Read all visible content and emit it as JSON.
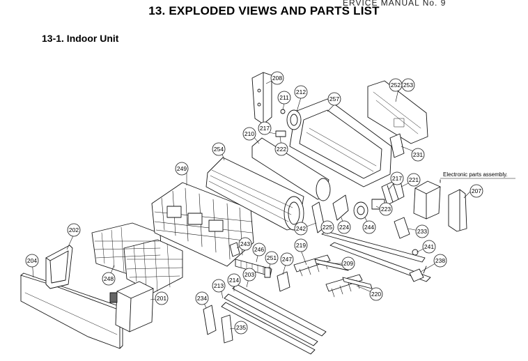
{
  "header_fragment": "ERVICE MANUAL No. 9",
  "title": "13.  EXPLODED VIEWS AND PARTS LIST",
  "subtitle": "13-1.  Indoor Unit",
  "note_label": "Electronic parts assembly.",
  "callouts": [
    {
      "id": "c208",
      "label": "208"
    },
    {
      "id": "c211",
      "label": "211"
    },
    {
      "id": "c212",
      "label": "212"
    },
    {
      "id": "c257",
      "label": "257"
    },
    {
      "id": "c252",
      "label": "252"
    },
    {
      "id": "c253",
      "label": "253"
    },
    {
      "id": "c217a",
      "label": "217"
    },
    {
      "id": "c210",
      "label": "210"
    },
    {
      "id": "c222",
      "label": "222"
    },
    {
      "id": "c231",
      "label": "231"
    },
    {
      "id": "c254",
      "label": "254"
    },
    {
      "id": "c249",
      "label": "249"
    },
    {
      "id": "c217b",
      "label": "217"
    },
    {
      "id": "c221",
      "label": "221"
    },
    {
      "id": "c207",
      "label": "207"
    },
    {
      "id": "c223",
      "label": "223"
    },
    {
      "id": "c202",
      "label": "202"
    },
    {
      "id": "c242",
      "label": "242"
    },
    {
      "id": "c225",
      "label": "225"
    },
    {
      "id": "c224",
      "label": "224"
    },
    {
      "id": "c244",
      "label": "244"
    },
    {
      "id": "c233",
      "label": "233"
    },
    {
      "id": "c243",
      "label": "243"
    },
    {
      "id": "c246",
      "label": "246"
    },
    {
      "id": "c219",
      "label": "219"
    },
    {
      "id": "c241",
      "label": "241"
    },
    {
      "id": "c204",
      "label": "204"
    },
    {
      "id": "c251",
      "label": "251"
    },
    {
      "id": "c247",
      "label": "247"
    },
    {
      "id": "c209",
      "label": "209"
    },
    {
      "id": "c238",
      "label": "238"
    },
    {
      "id": "c248",
      "label": "248"
    },
    {
      "id": "c203",
      "label": "203"
    },
    {
      "id": "c214",
      "label": "214"
    },
    {
      "id": "c213",
      "label": "213"
    },
    {
      "id": "c220",
      "label": "220"
    },
    {
      "id": "c201",
      "label": "201"
    },
    {
      "id": "c234",
      "label": "234"
    },
    {
      "id": "c235",
      "label": "235"
    }
  ]
}
